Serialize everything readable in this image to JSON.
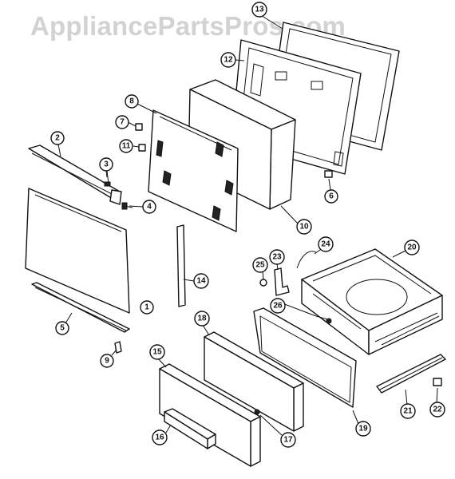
{
  "watermark": "AppliancePartsPros.com",
  "callouts": [
    {
      "id": "c1",
      "label": "1"
    },
    {
      "id": "c2",
      "label": "2"
    },
    {
      "id": "c3",
      "label": "3"
    },
    {
      "id": "c4",
      "label": "4"
    },
    {
      "id": "c5",
      "label": "5"
    },
    {
      "id": "c6",
      "label": "6"
    },
    {
      "id": "c7",
      "label": "7"
    },
    {
      "id": "c8",
      "label": "8"
    },
    {
      "id": "c9",
      "label": "9"
    },
    {
      "id": "c10",
      "label": "10"
    },
    {
      "id": "c11",
      "label": "11"
    },
    {
      "id": "c12",
      "label": "12"
    },
    {
      "id": "c13",
      "label": "13"
    },
    {
      "id": "c14",
      "label": "14"
    },
    {
      "id": "c15",
      "label": "15"
    },
    {
      "id": "c16",
      "label": "16"
    },
    {
      "id": "c17",
      "label": "17"
    },
    {
      "id": "c18",
      "label": "18"
    },
    {
      "id": "c19",
      "label": "19"
    },
    {
      "id": "c20",
      "label": "20"
    },
    {
      "id": "c21",
      "label": "21"
    },
    {
      "id": "c22",
      "label": "22"
    },
    {
      "id": "c23",
      "label": "23"
    },
    {
      "id": "c24",
      "label": "24"
    },
    {
      "id": "c25",
      "label": "25"
    },
    {
      "id": "c26",
      "label": "26"
    }
  ]
}
